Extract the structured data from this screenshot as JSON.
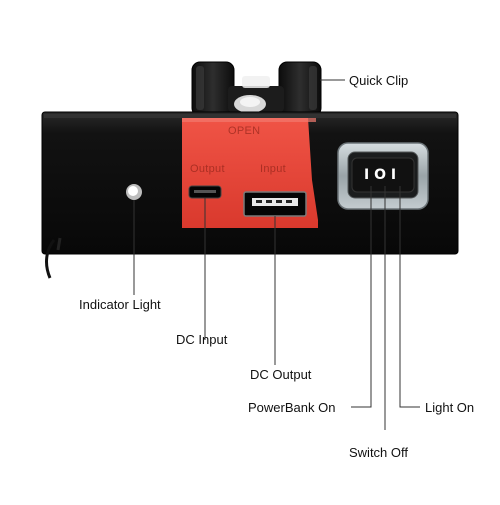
{
  "product": {
    "tab_text_top": "OPEN",
    "tab_text_output": "Output",
    "tab_text_input": "Input",
    "switch_symbols": "I O I"
  },
  "callouts": {
    "quick_clip": "Quick Clip",
    "indicator_light": "Indicator Light",
    "dc_input": "DC Input",
    "dc_output": "DC Output",
    "powerbank_on": "PowerBank On",
    "switch_off": "Switch Off",
    "light_on": "Light On"
  },
  "colors": {
    "body": "#111111",
    "tab": "#e8473a",
    "clip": "#1a1a1a",
    "switch_housing": "#b9c2c6"
  },
  "icons": {
    "indicator": "indicator-light-icon",
    "usb": "usb-port-icon",
    "micro_usb": "micro-usb-port-icon",
    "rocker": "rocker-switch-icon"
  }
}
